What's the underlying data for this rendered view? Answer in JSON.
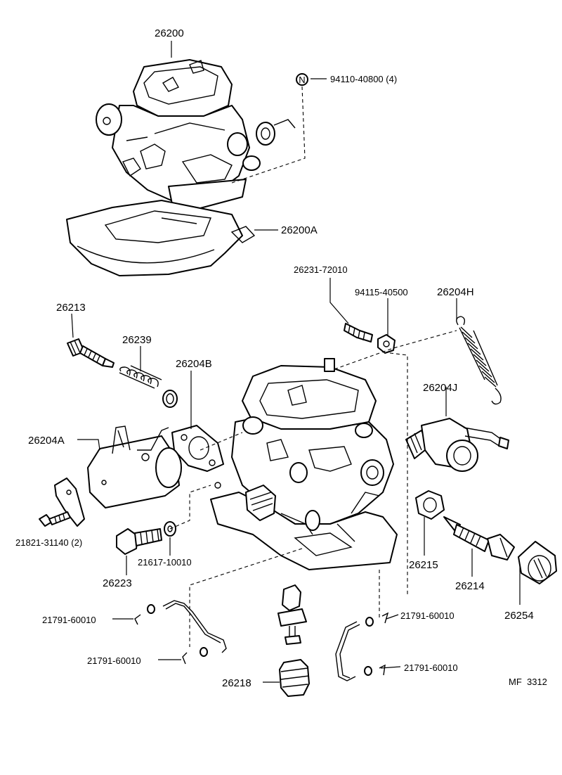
{
  "diagram": {
    "figure_code": "MF  3312",
    "parts": [
      {
        "key": "p26200",
        "number": "26200"
      },
      {
        "key": "p94110",
        "number": "94110-40800 (4)",
        "marker": "N"
      },
      {
        "key": "p26200A",
        "number": "26200A"
      },
      {
        "key": "p26231",
        "number": "26231-72010"
      },
      {
        "key": "p94115",
        "number": "94115-40500"
      },
      {
        "key": "p26204H",
        "number": "26204H"
      },
      {
        "key": "p26213",
        "number": "26213"
      },
      {
        "key": "p26239",
        "number": "26239"
      },
      {
        "key": "p26204B",
        "number": "26204B"
      },
      {
        "key": "p26204J",
        "number": "26204J"
      },
      {
        "key": "p26204A",
        "number": "26204A"
      },
      {
        "key": "p21821",
        "number": "21821-31140 (2)"
      },
      {
        "key": "p26223",
        "number": "26223"
      },
      {
        "key": "p21617",
        "number": "21617-10010"
      },
      {
        "key": "p26215",
        "number": "26215"
      },
      {
        "key": "p26214",
        "number": "26214"
      },
      {
        "key": "p26254",
        "number": "26254"
      },
      {
        "key": "p21791a",
        "number": "21791-60010"
      },
      {
        "key": "p21791b",
        "number": "21791-60010"
      },
      {
        "key": "p21791c",
        "number": "21791-60010"
      },
      {
        "key": "p21791d",
        "number": "21791-60010"
      },
      {
        "key": "p26218",
        "number": "26218"
      }
    ]
  }
}
